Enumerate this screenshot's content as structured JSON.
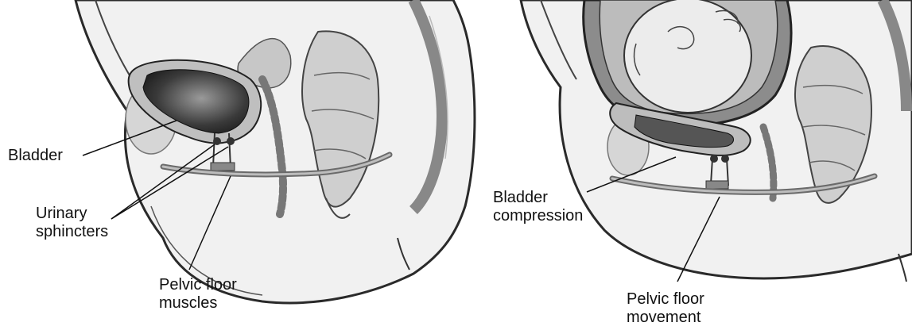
{
  "left_panel": {
    "labels": {
      "bladder": "Bladder",
      "urinary_sphincters": "Urinary\nsphincters",
      "pelvic_floor_muscles": "Pelvic floor\nmuscles"
    }
  },
  "right_panel": {
    "labels": {
      "bladder_compression": "Bladder\ncompression",
      "pelvic_floor_movement": "Pelvic floor\nmovement"
    }
  }
}
